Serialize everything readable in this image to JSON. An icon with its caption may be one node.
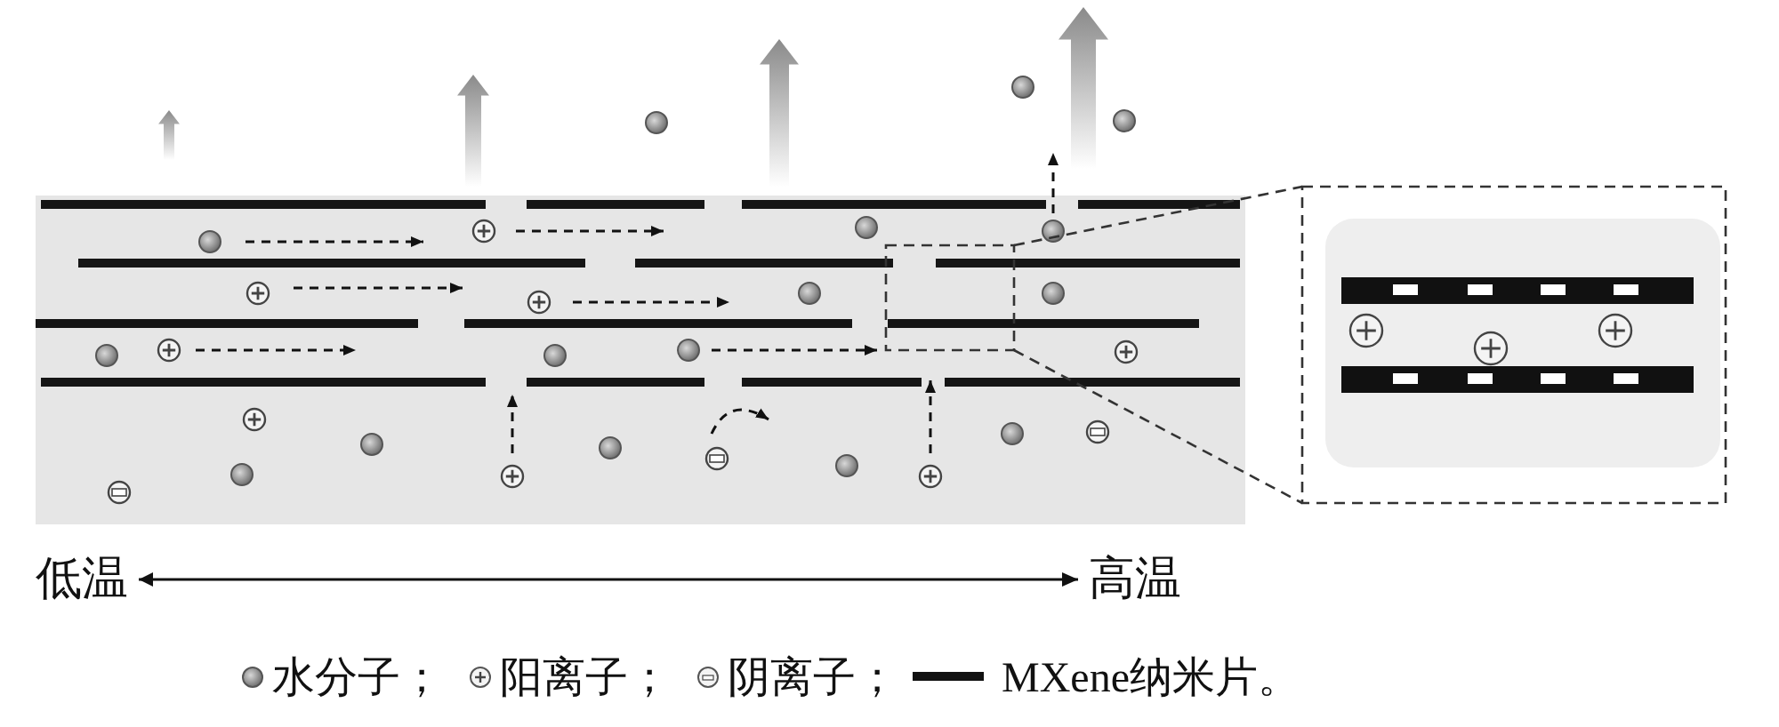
{
  "diagram": {
    "nodes": [
      {
        "text": [
          "低温"
        ]
      },
      {
        "text": [
          "高温"
        ]
      }
    ],
    "edges": [
      {
        "from": 0,
        "to": 1,
        "arrow": "both"
      }
    ],
    "legend": [
      {
        "text": "水分子；"
      },
      {
        "text": "阳离子；"
      },
      {
        "text": "阴离子；"
      },
      {
        "text": "MXene纳米片。"
      }
    ]
  }
}
